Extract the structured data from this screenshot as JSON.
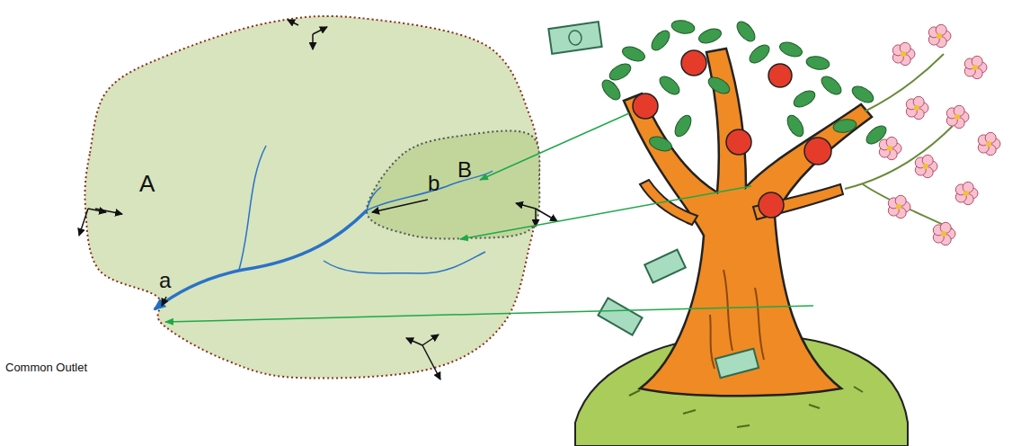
{
  "diagram": {
    "nodes": [
      {
        "text": [
          "A"
        ]
      },
      {
        "text": [
          "B"
        ],
        "in": 0
      }
    ],
    "labels": [
      "b",
      "a",
      "Common Outlet"
    ]
  }
}
